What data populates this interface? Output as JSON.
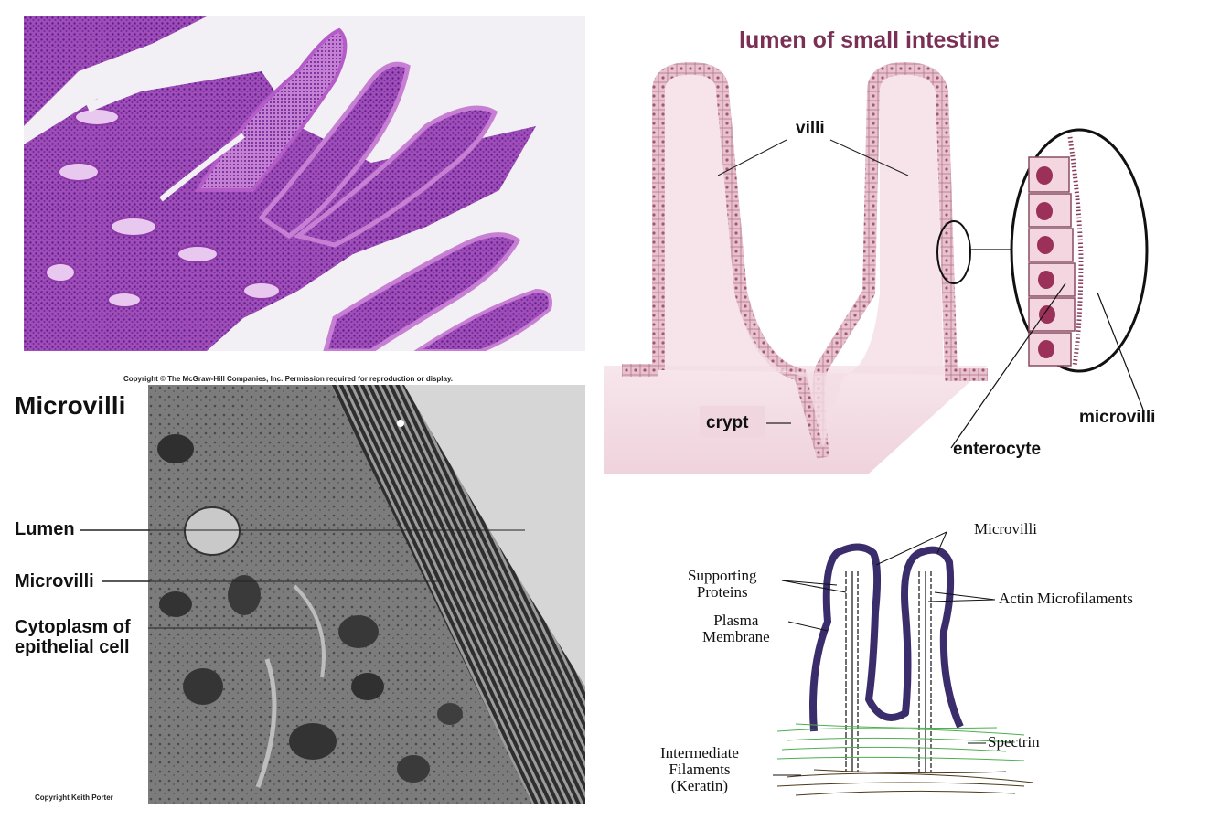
{
  "histology": {},
  "em_micrograph": {
    "copyright_top": "Copyright © The McGraw-Hill Companies, Inc. Permission required for reproduction or display.",
    "copyright_bottom": "Copyright Keith Porter",
    "title": "Microvilli",
    "labels": {
      "lumen": "Lumen",
      "microvilli": "Microvilli",
      "cytoplasm_line1": "Cytoplasm of",
      "cytoplasm_line2": "epithelial cell"
    }
  },
  "villi_diagram": {
    "title": "lumen of small intestine",
    "labels": {
      "villi": "villi",
      "crypt": "crypt",
      "enterocyte": "enterocyte",
      "microvilli": "microvilli"
    },
    "colors": {
      "title": "#7a2f55",
      "tissue": "#f3dde4",
      "cells": "#c9909f"
    }
  },
  "microvillus_diagram": {
    "labels": {
      "microvilli": "Microvilli",
      "supporting_line1": "Supporting",
      "supporting_line2": "Proteins",
      "actin": "Actin Microfilaments",
      "plasma_line1": "Plasma",
      "plasma_line2": "Membrane",
      "spectrin": "Spectrin",
      "intermediate_line1": "Intermediate",
      "intermediate_line2": "Filaments",
      "intermediate_line3": "(Keratin)"
    },
    "colors": {
      "membrane": "#3b2d6b",
      "spectrin": "#4caf50",
      "keratin": "#4a3a1a"
    }
  }
}
